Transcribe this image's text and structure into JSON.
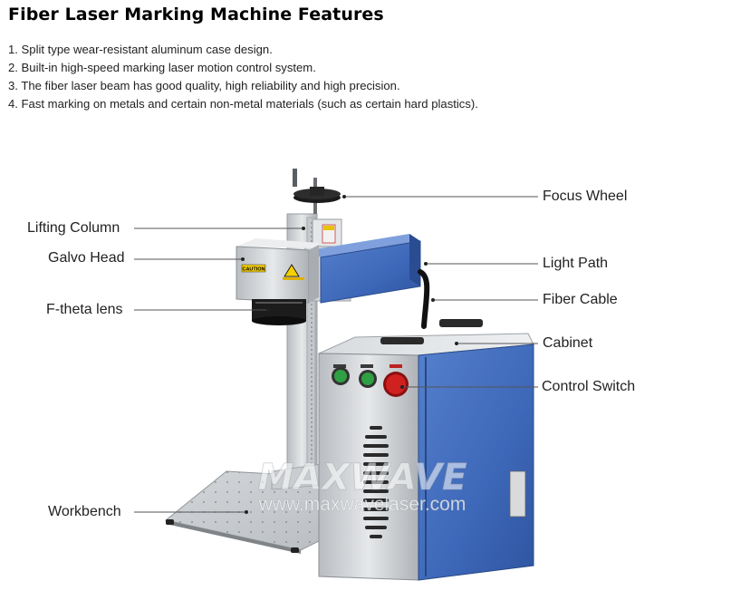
{
  "title": "Fiber Laser Marking Machine Features",
  "features": [
    "1. Split type wear-resistant aluminum case design.",
    "2. Built-in high-speed marking laser motion control system.",
    "3. The fiber laser beam has good quality, high reliability and high precision.",
    "4. Fast marking on metals and certain non-metal materials (such as certain hard plastics)."
  ],
  "labels": {
    "focus_wheel": "Focus Wheel",
    "lifting_column": "Lifting Column",
    "galvo_head": "Galvo Head",
    "light_path": "Light Path",
    "f_theta_lens": "F-theta lens",
    "fiber_cable": "Fiber Cable",
    "cabinet": "Cabinet",
    "control_switch": "Control Switch",
    "workbench": "Workbench"
  },
  "watermark": {
    "logo": "MAXWAVE",
    "url": "www.maxwavelaser.com"
  },
  "galvo_sticker": "CAUTION",
  "colors": {
    "blue_panel": "#3d67b8",
    "aluminum": "#cfd2d5",
    "switch_green": "#2ea043",
    "switch_red": "#d02020"
  }
}
